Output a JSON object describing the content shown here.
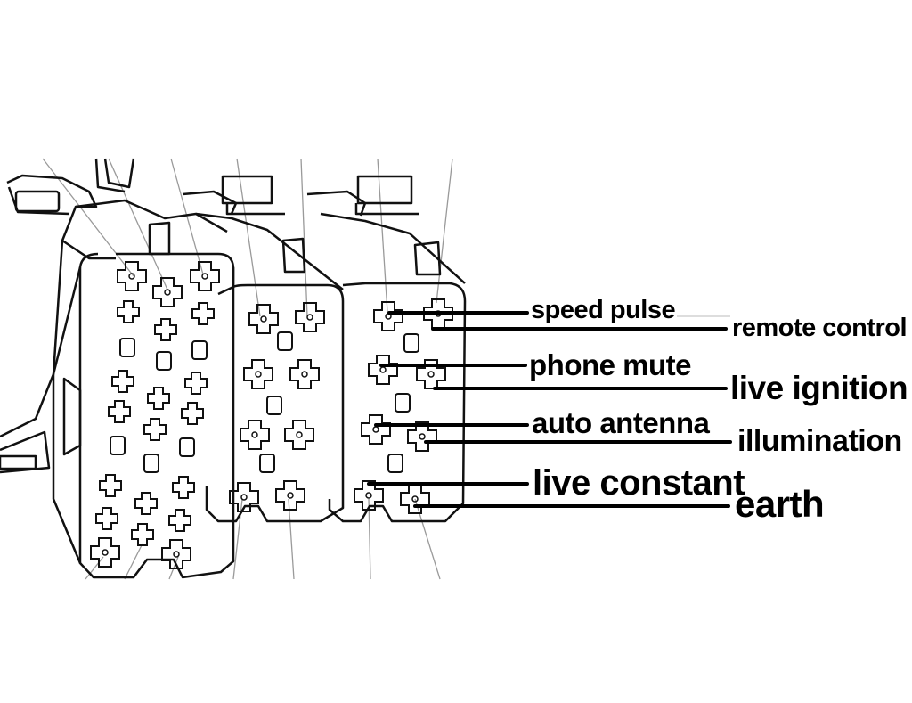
{
  "labels": {
    "speed_pulse": "speed pulse",
    "remote_control": "remote control",
    "phone_mute": "phone mute",
    "live_ignition": "live ignition",
    "auto_antenna": "auto antenna",
    "illumination": "illumination",
    "live_constant": "live constant",
    "earth": "earth"
  },
  "colors": {
    "background": "#ffffff",
    "ink": "#000000",
    "wire": "#9a9a9a"
  }
}
